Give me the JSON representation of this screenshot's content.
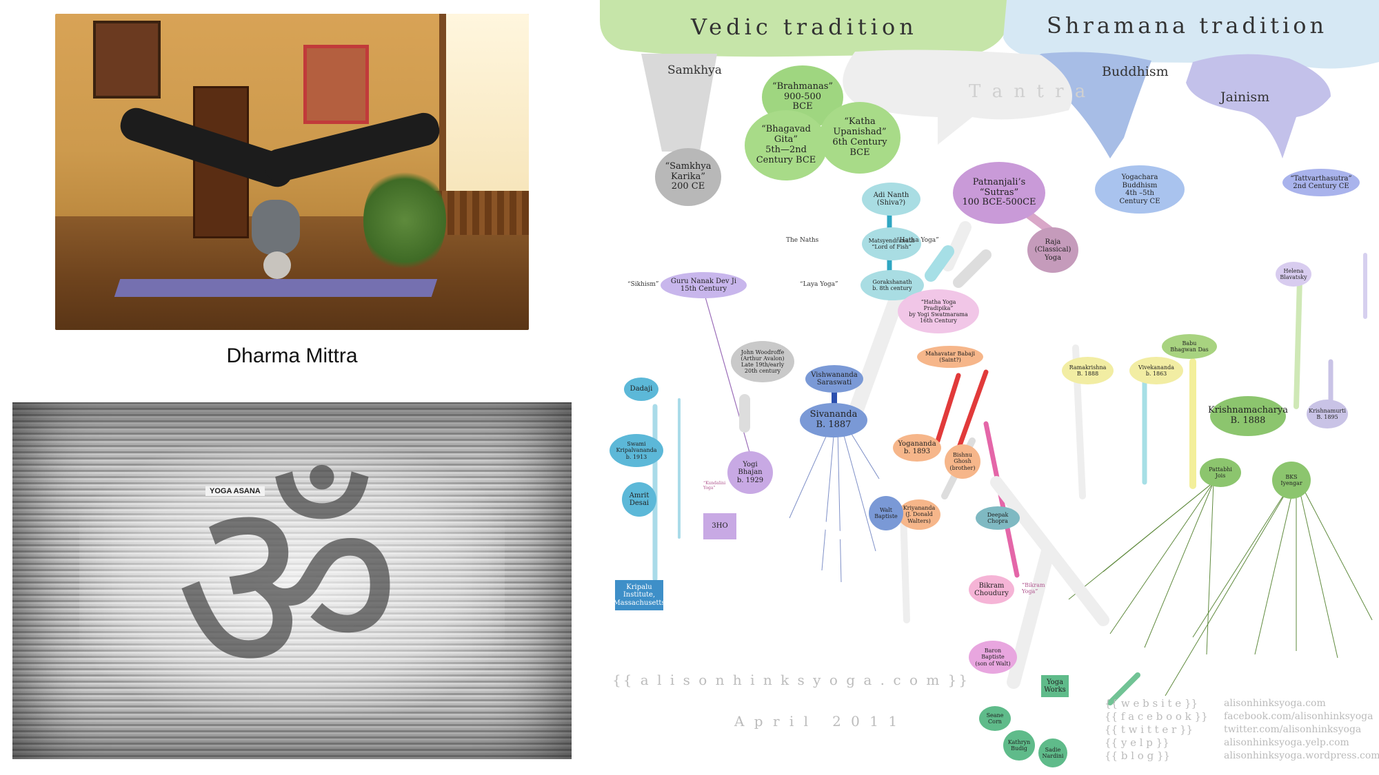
{
  "left": {
    "caption": "Dharma Mittra",
    "poster_title": "YOGA ASANA"
  },
  "diagram": {
    "traditions": {
      "vedic": "Vedic tradition",
      "shramana": "Shramana tradition",
      "samkhya": "Samkhya",
      "tantra": "T a n t r a",
      "buddhism": "Buddhism",
      "jainism": "Jainism"
    },
    "nodes": {
      "brahmanas": "“Brahmanas”\n900-500\nBCE",
      "gita": "“Bhagavad\nGita”\n5th—2nd\nCentury BCE",
      "katha": "“Katha\nUpanishad”\n6th Century\nBCE",
      "samkhya_karika": "“Samkhya\nKarika”\n200 CE",
      "adi_nath": "Adi Nanth\n(Shiva?)",
      "matsyendra": "Matsyendranath\n“Lord of Fish”",
      "goraksha": "Gorakshanath\nb. 8th century",
      "patanjali": "Patnanjali’s\n“Sutras”\n100 BCE-500CE",
      "raja": "Raja\n(Classical)\nYoga",
      "yogachara": "Yogachara\nBuddhism\n4th –5th\nCentury CE",
      "tattvartha": "“Tattvarthasutra”\n2nd Century CE",
      "hatha_pradipika": "“Hatha Yoga\nPradipika”\nby Yogi Swatmarama\n16th Century",
      "guru_nanak": "Guru Nanak Dev Ji\n15th Century",
      "woodroffe": "John Woodroffe\n(Arthur Avalon)\nLate 19th/early\n20th century",
      "vishnudevananda_s": "Vishwananda\nSaraswati",
      "sivananda": "Sivananda\nB. 1887",
      "yogi_bhajan": "Yogi\nBhajan\nb. 1929",
      "3ho": "3HO",
      "dadaji": "Dadaji",
      "kripalvananda": "Swami\nKripalvananda\nb. 1913",
      "amrit_desai": "Amrit\nDesai",
      "kripalu": "Kripalu\nInstitute,\nMassachusetts",
      "mahavatar": "Mahavatar Babaji\n(Saint?)",
      "yogananda": "Yogananda\nb. 1893",
      "bikram": "Bikram\nChoudury",
      "baron": "Baron\nBaptiste\n(son of Walt)",
      "krishnamacharya": "Krishnamacharya\nB. 1888",
      "babu": "Babu\nBhagwan Das",
      "ramakrishna": "Ramakrishna\nB. 1888",
      "vivekananda": "Vivekananda\nb. 1863",
      "helena": "Helena\nBlavatsky",
      "krishnamurti": "Krishnamurti\nB. 1895",
      "pattabhi": "Pattabhi\nJois",
      "bks": "BKS\nIyengar",
      "yoga_works": "Yoga\nWorks",
      "deepak": "Deepak\nChopra",
      "walt": "Walt\nBaptiste",
      "bishnu": "Bishnu\nGhosh\n(brother)",
      "kriyananda": "Kriyananda\n(J. Donald\nWalters)",
      "seane": "Seane\nCorn",
      "kathryn": "Kathryn\nBudig",
      "sadie": "Sadie\nNardini"
    },
    "labels": {
      "the_naths": "The Naths",
      "hatha_yoga": "“Hatha Yoga”",
      "laya_yoga": "“Laya Yoga”",
      "sikhism": "“Sikhism”",
      "kundalini": "“Kundalini\nYoga”",
      "bikram_yoga": "“Bikram\nYoga”"
    },
    "footer": {
      "site": "{{ a l i s o n h i n k s y o g a . c o m }}",
      "date": "A p r i l   2 0 1 1",
      "links_left": [
        "{{ w e b s i t e }}",
        "{{ f a c e b o o k }}",
        "{{ t w i t t e r }}",
        "{{ y e l p }}",
        "{{ b l o g }}"
      ],
      "links_right": [
        "alisonhinksyoga.com",
        "facebook.com/alisonhinksyoga",
        "twitter.com/alisonhinksyoga",
        "alisonhinksyoga.yelp.com",
        "alisonhinksyoga.wordpress.com"
      ]
    }
  }
}
